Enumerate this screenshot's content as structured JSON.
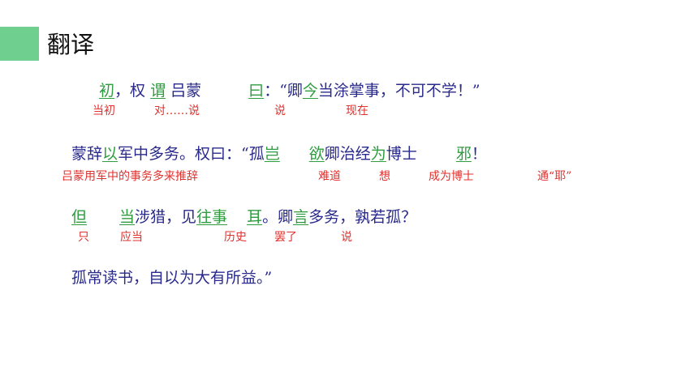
{
  "title": "翻译",
  "lines": [
    {
      "segments": [
        {
          "t": "初",
          "h": true
        },
        {
          "t": "，权 "
        },
        {
          "t": "谓",
          "h": true
        },
        {
          "t": " 吕蒙 "
        },
        {
          "t": "曰",
          "h": true
        },
        {
          "t": "：“卿"
        },
        {
          "t": "今",
          "h": true
        },
        {
          "t": "当涂掌事，不可不学！”"
        }
      ],
      "notes": [
        "当初",
        "对……说",
        "说",
        "现在"
      ]
    },
    {
      "segments": [
        {
          "t": "蒙辞"
        },
        {
          "t": "以",
          "h": true
        },
        {
          "t": "军中多务。权曰：“孤"
        },
        {
          "t": "岂",
          "h": true
        },
        {
          "t": "欲",
          "h": true
        },
        {
          "t": "卿治经"
        },
        {
          "t": "为",
          "h": true
        },
        {
          "t": "博士"
        },
        {
          "t": "邪",
          "h": true
        },
        {
          "t": "！"
        }
      ],
      "notes": [
        "吕蒙用军中的事务多来推辞",
        "难道",
        "想",
        "成为博士",
        "通“耶”"
      ]
    },
    {
      "segments": [
        {
          "t": "但",
          "h": true
        },
        {
          "t": "当",
          "h": true
        },
        {
          "t": "涉猎，见"
        },
        {
          "t": "往事",
          "h": true
        },
        {
          "t": "耳",
          "h": true
        },
        {
          "t": "。卿"
        },
        {
          "t": "言",
          "h": true
        },
        {
          "t": "多务，孰若孤？"
        }
      ],
      "notes": [
        "只",
        "应当",
        "历史",
        "罢了",
        "说"
      ]
    },
    {
      "segments": [
        {
          "t": "孤常读书，自以为大有所益。”"
        }
      ],
      "notes": []
    }
  ]
}
